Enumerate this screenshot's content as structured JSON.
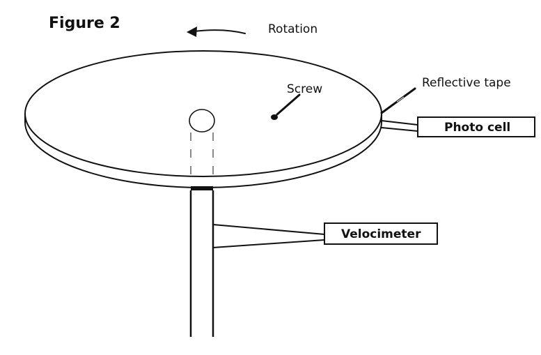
{
  "figure": {
    "title": "Figure 2"
  },
  "labels": {
    "rotation": "Rotation",
    "screw": "Screw",
    "reflective_tape": "Reflective tape",
    "photo_cell": "Photo cell",
    "velocimeter": "Velocimeter"
  },
  "colors": {
    "ink": "#111111",
    "background": "#ffffff"
  },
  "icons": {
    "rotation_arrow": "arrow-left-curved-icon"
  }
}
